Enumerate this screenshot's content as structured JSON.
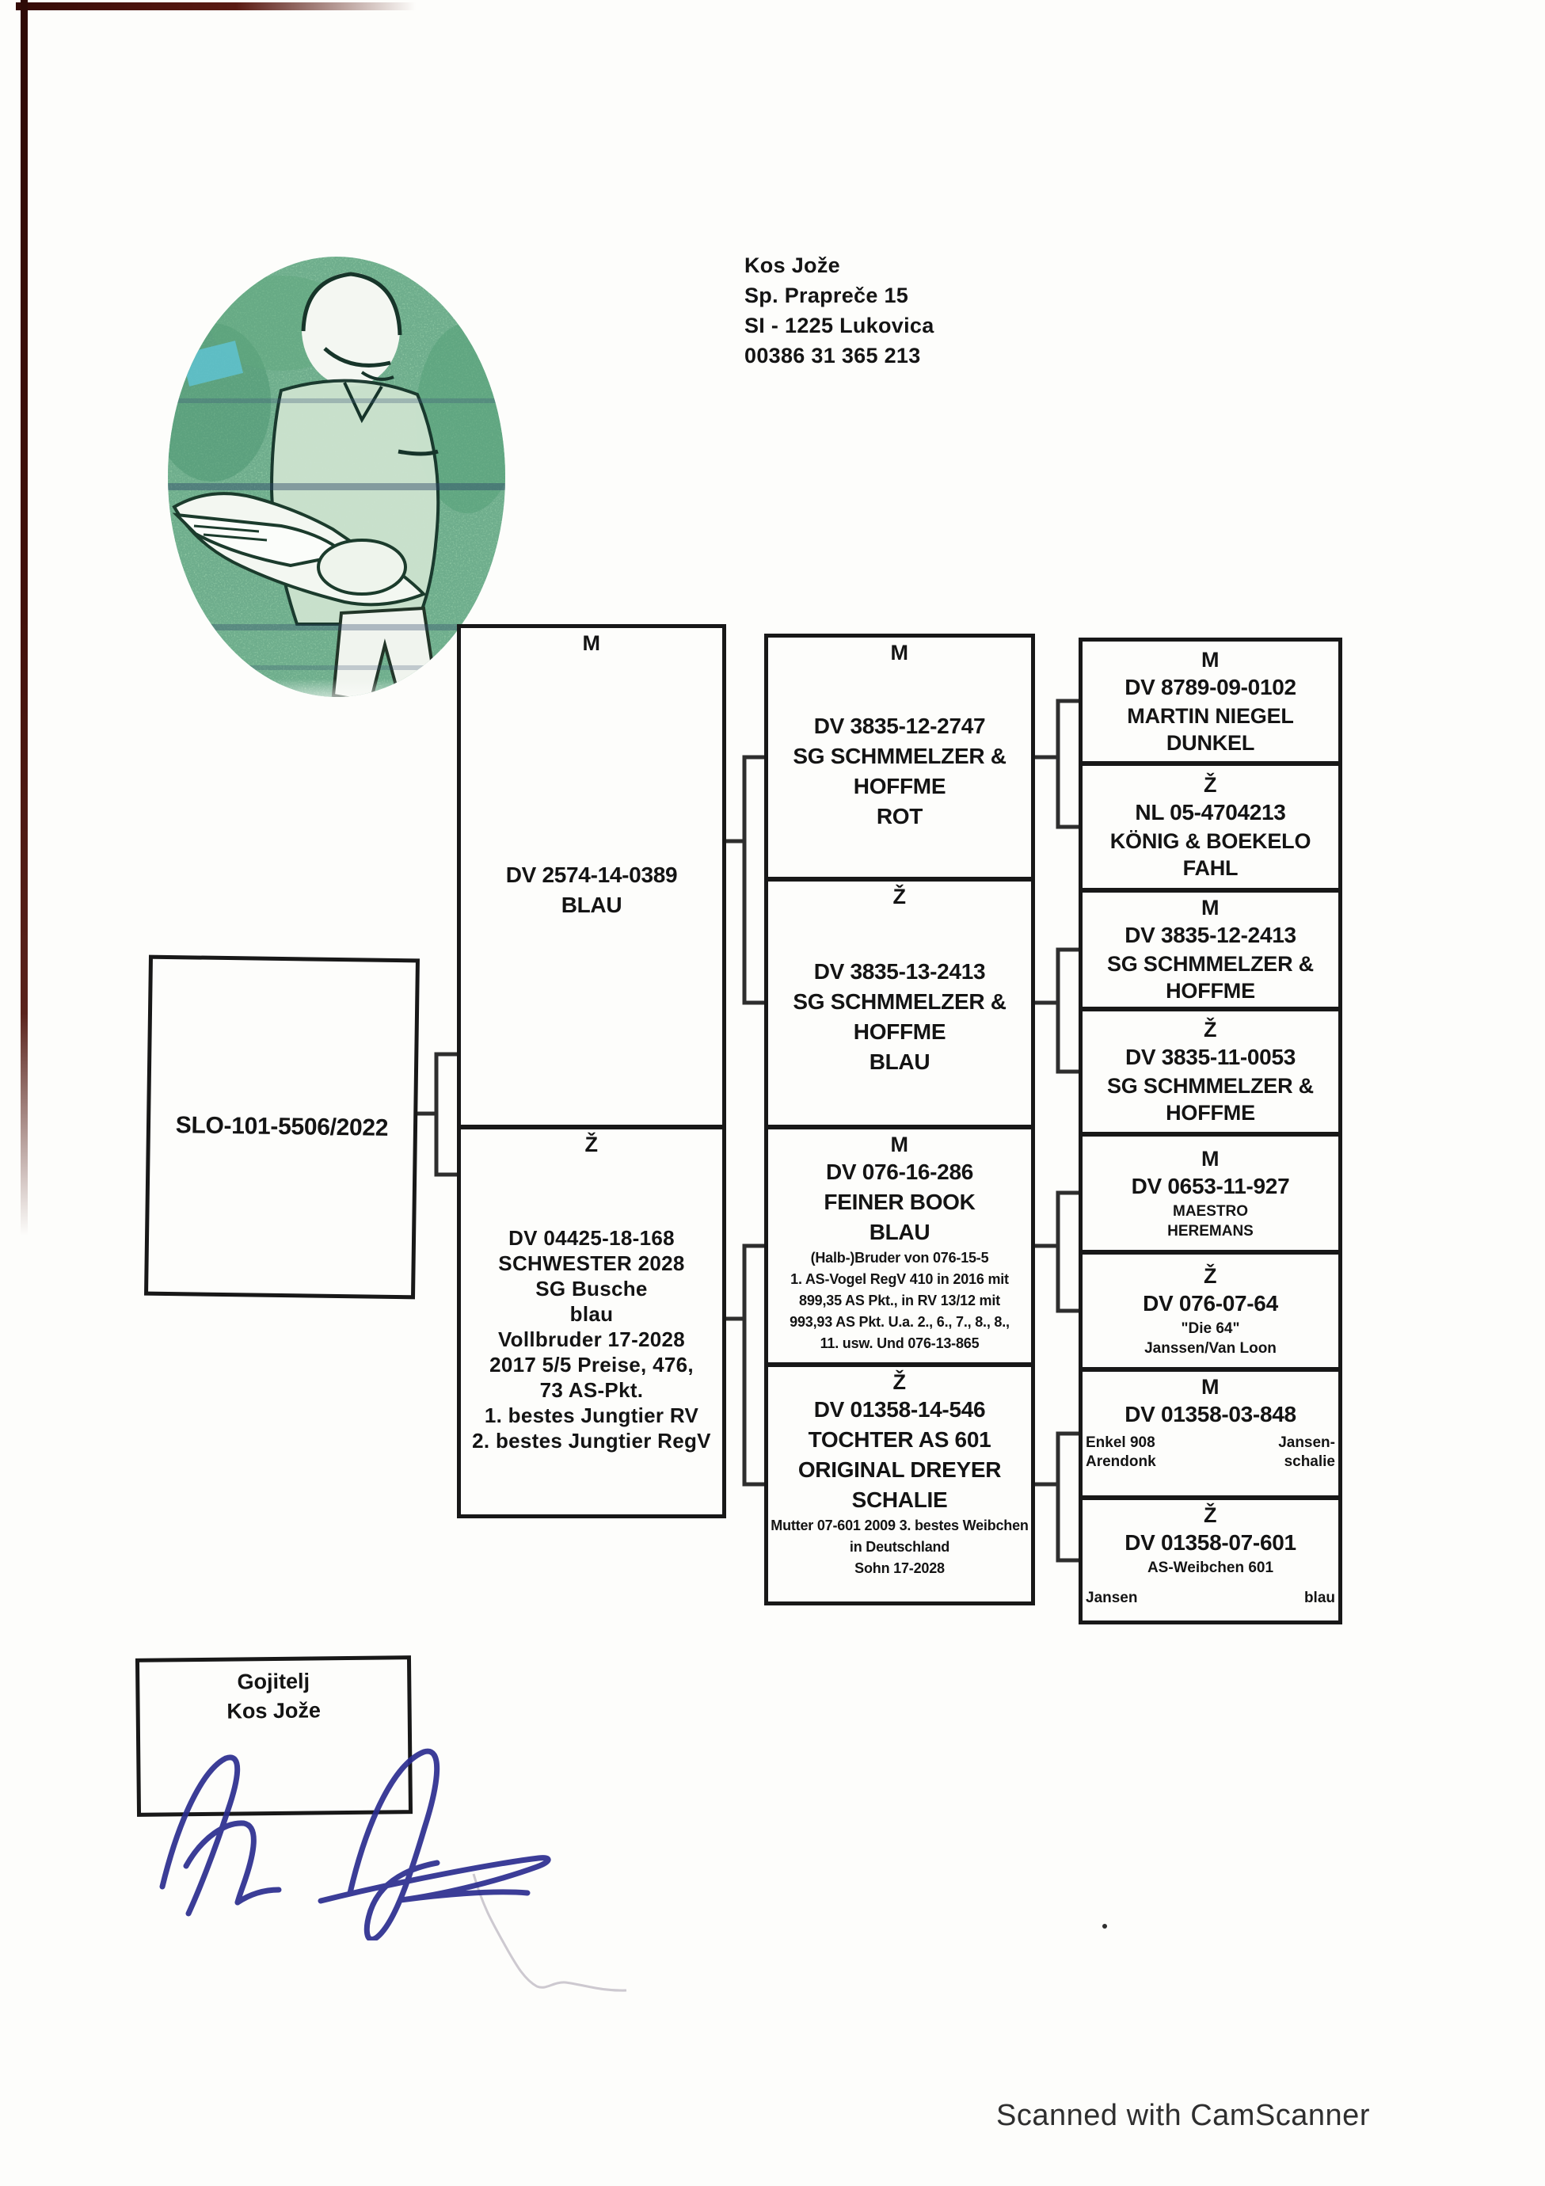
{
  "owner": {
    "name": "Kos Jože",
    "address_line1": "Sp. Prapreče 15",
    "address_line2": "SI - 1225 Lukovica",
    "phone": "00386 31 365 213"
  },
  "breeder_box": {
    "title": "Gojitelj",
    "name": "Kos Jože"
  },
  "pedigree": {
    "subject": {
      "ring": "SLO-101-5506/2022"
    },
    "gen1": [
      {
        "sex": "M",
        "lines": [
          "DV 2574-14-0389",
          "BLAU"
        ]
      },
      {
        "sex": "Ž",
        "lines": [
          "DV 04425-18-168",
          "SCHWESTER 2028",
          "SG Busche",
          "blau",
          "Vollbruder 17-2028",
          "2017 5/5 Preise, 476,",
          "73 AS-Pkt.",
          "1. bestes Jungtier RV",
          "2. bestes Jungtier RegV"
        ]
      }
    ],
    "gen2": [
      {
        "sex": "M",
        "lines": [
          "DV 3835-12-2747",
          "SG SCHMMELZER &",
          "HOFFME",
          "ROT"
        ],
        "small": []
      },
      {
        "sex": "Ž",
        "lines": [
          "DV 3835-13-2413",
          "SG SCHMMELZER &",
          "HOFFME",
          "BLAU"
        ],
        "small": []
      },
      {
        "sex": "M",
        "lines": [
          "DV 076-16-286",
          "FEINER BOOK",
          "BLAU"
        ],
        "small": [
          "(Halb-)Bruder von 076-15-5",
          "1. AS-Vogel RegV 410 in 2016 mit",
          "899,35 AS Pkt., in RV 13/12 mit",
          "993,93 AS Pkt. U.a. 2., 6., 7., 8., 8.,",
          "11. usw. Und 076-13-865"
        ]
      },
      {
        "sex": "Ž",
        "lines": [
          "DV 01358-14-546",
          "TOCHTER AS 601",
          "ORIGINAL DREYER",
          "SCHALIE"
        ],
        "small": [
          "Mutter 07-601 2009 3. bestes Weibchen",
          "in Deutschland",
          "Sohn 17-2028"
        ]
      }
    ],
    "gen3": [
      {
        "sex": "M",
        "ring": "DV 8789-09-0102",
        "lines": [
          "MARTIN NIEGEL",
          "DUNKEL"
        ]
      },
      {
        "sex": "Ž",
        "ring": "NL 05-4704213",
        "lines": [
          "KÖNIG & BOEKELO",
          "FAHL"
        ]
      },
      {
        "sex": "M",
        "ring": "DV 3835-12-2413",
        "lines": [
          "SG SCHMMELZER &",
          "HOFFME"
        ]
      },
      {
        "sex": "Ž",
        "ring": "DV 3835-11-0053",
        "lines": [
          "SG SCHMMELZER &",
          "HOFFME"
        ]
      },
      {
        "sex": "M",
        "ring": "DV 0653-11-927",
        "small": [
          "MAESTRO",
          "HEREMANS"
        ]
      },
      {
        "sex": "Ž",
        "ring": "DV 076-07-64",
        "small": [
          "\"Die 64\"",
          "Janssen/Van Loon"
        ]
      },
      {
        "sex": "M",
        "ring": "DV 01358-03-848",
        "corner_left": [
          "Enkel 908",
          "Arendonk"
        ],
        "corner_right": [
          "Jansen-",
          "schalie"
        ]
      },
      {
        "sex": "Ž",
        "ring": "DV 01358-07-601",
        "small": [
          "AS-Weibchen 601"
        ],
        "corner_left": [
          "Jansen"
        ],
        "corner_right": [
          "blau"
        ]
      }
    ]
  },
  "footer": {
    "scanner_credit": "Scanned with CamScanner"
  },
  "colors": {
    "ink": "#141414",
    "signature_blue": "#2b2d8f",
    "scan_border_red": "#4b120c",
    "photo_green": "#8fc8a3"
  }
}
